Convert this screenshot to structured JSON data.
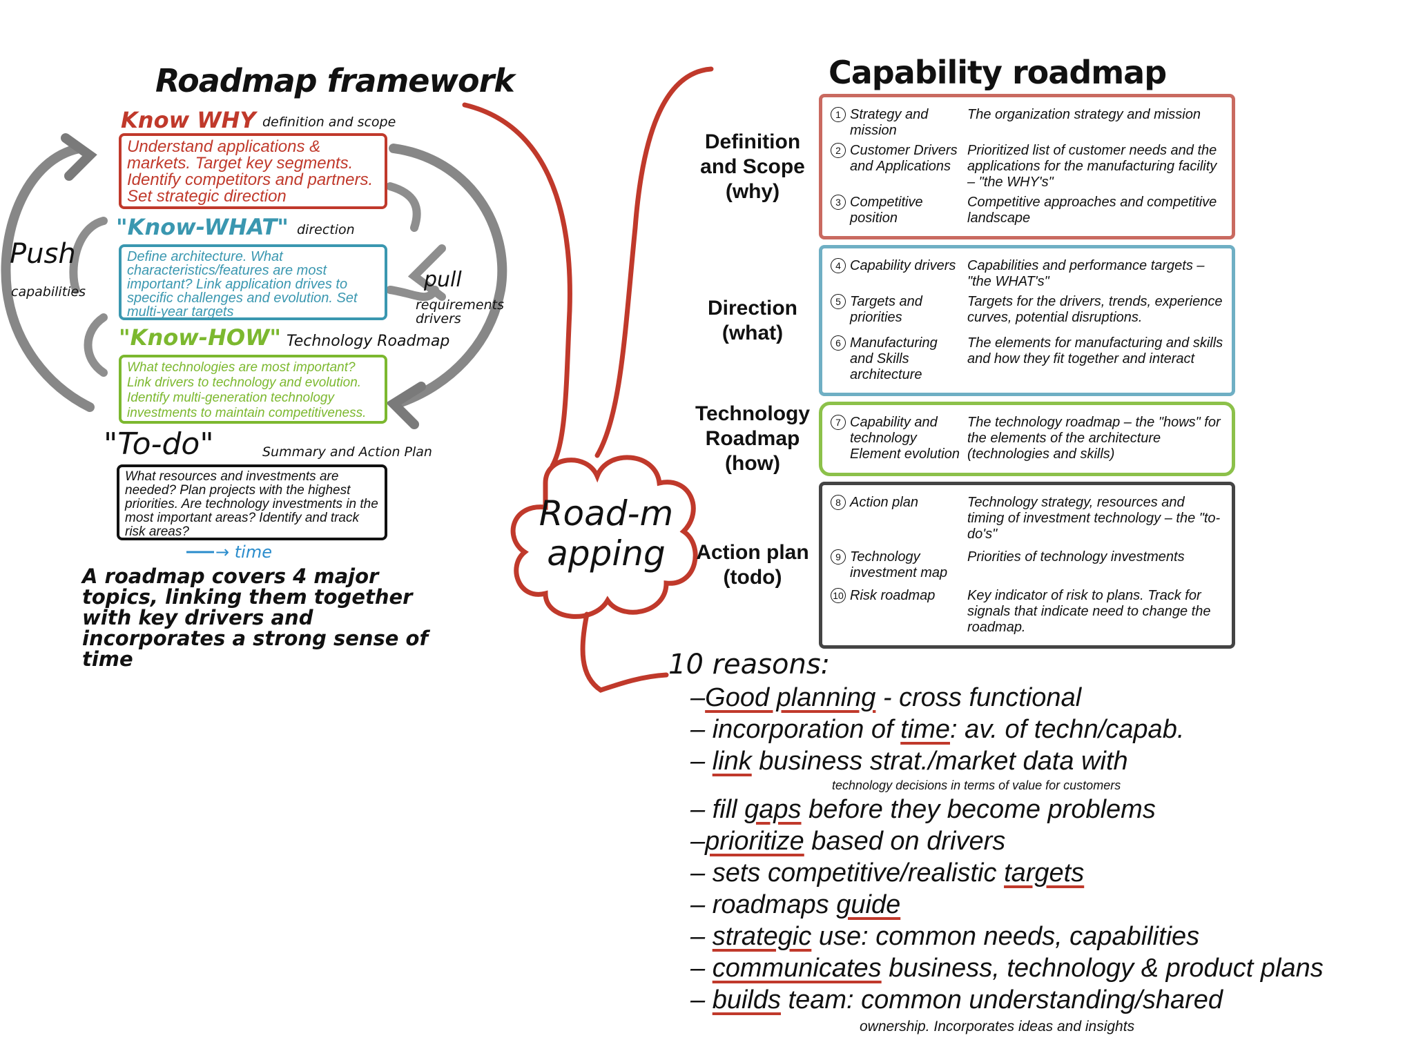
{
  "colors": {
    "red": "#c0392b",
    "blue": "#3a97b0",
    "green": "#7cb82f",
    "gray": "#7a7a7a",
    "black": "#111111"
  },
  "framework": {
    "title": "Roadmap framework",
    "push": "Push",
    "push_sub": "capabilities",
    "pull": "pull",
    "pull_sub": "requirements drivers",
    "why": {
      "label": "Know WHY",
      "caption": "definition and scope",
      "text": "Understand applications & markets. Target key segments. Identify competitors and partners. Set strategic direction"
    },
    "what": {
      "label": "\"Know-WHAT\"",
      "caption": "direction",
      "text": "Define architecture. What characteristics/features are most important? Link application drives to specific challenges and evolution. Set multi-year targets"
    },
    "how": {
      "label": "\"Know-HOW\"",
      "caption": "Technology Roadmap",
      "text": "What technologies are most important? Link drivers to technology and evolution. Identify multi-generation technology investments to maintain competitiveness."
    },
    "todo": {
      "label": "\"To-do\"",
      "caption": "Summary and Action Plan",
      "text": "What resources and investments are needed? Plan projects with the highest priorities. Are technology investments in the most important areas? Identify and track risk areas?"
    },
    "time": "→ time",
    "summary": "A roadmap covers 4 major topics, linking them together with key drivers and incorporates a strong sense of time"
  },
  "center": {
    "label": "Road-mapping"
  },
  "capability": {
    "title": "Capability roadmap",
    "sections": [
      {
        "label": "Definition and Scope (why)",
        "rows": [
          {
            "num": "1",
            "item": "Strategy and mission",
            "desc": "The organization strategy and mission"
          },
          {
            "num": "2",
            "item": "Customer Drivers and Applications",
            "desc": "Prioritized list of customer needs and the applications for the manufacturing facility – \"the WHY's\""
          },
          {
            "num": "3",
            "item": "Competitive position",
            "desc": "Competitive approaches and competitive landscape"
          }
        ]
      },
      {
        "label": "Direction (what)",
        "rows": [
          {
            "num": "4",
            "item": "Capability drivers",
            "desc": "Capabilities and performance targets – \"the WHAT's\""
          },
          {
            "num": "5",
            "item": "Targets and priorities",
            "desc": "Targets for the drivers, trends, experience curves, potential disruptions."
          },
          {
            "num": "6",
            "item": "Manufacturing and Skills architecture",
            "desc": "The elements for manufacturing and skills and how they fit together and interact"
          }
        ]
      },
      {
        "label": "Technology Roadmap (how)",
        "rows": [
          {
            "num": "7",
            "item": "Capability and technology Element evolution",
            "desc": "The technology roadmap – the \"hows\" for the elements of the architecture (technologies and skills)"
          }
        ]
      },
      {
        "label": "Action plan (todo)",
        "rows": [
          {
            "num": "8",
            "item": "Action plan",
            "desc": "Technology strategy, resources and timing of investment technology – the \"to-do's\""
          },
          {
            "num": "9",
            "item": "Technology investment map",
            "desc": "Priorities of technology investments"
          },
          {
            "num": "10",
            "item": "Risk roadmap",
            "desc": "Key indicator of risk to plans. Track for signals that indicate need to change the roadmap."
          }
        ]
      }
    ]
  },
  "reasons": {
    "title": "10 reasons:",
    "items": [
      {
        "pre": "–",
        "key": "Good planning",
        "post": " - cross functional"
      },
      {
        "pre": "– incorporation of ",
        "key": "time",
        "post": ": av. of techn/capab."
      },
      {
        "pre": "– ",
        "key": "link",
        "post": " business strat./market data with",
        "note": "technology decisions in terms of value for customers"
      },
      {
        "pre": "– fill ",
        "key": "gaps",
        "post": " before they become problems"
      },
      {
        "pre": "–",
        "key": "prioritize",
        "post": " based on drivers"
      },
      {
        "pre": "– sets competitive/realistic ",
        "key": "targets",
        "post": ""
      },
      {
        "pre": "– roadmaps ",
        "key": "guide",
        "post": ""
      },
      {
        "pre": "– ",
        "key": "strategic",
        "post": " use: common needs, capabilities"
      },
      {
        "pre": "– ",
        "key": "communicates",
        "post": " business, technology & product plans"
      },
      {
        "pre": "– ",
        "key": "builds",
        "post": " team: common understanding/shared",
        "note": "ownership. Incorporates ideas and insights"
      }
    ]
  }
}
